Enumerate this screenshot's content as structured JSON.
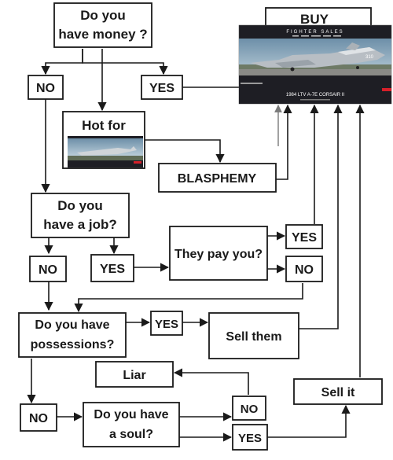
{
  "nodes": {
    "money": {
      "line1": "Do you",
      "line2": "have money ?"
    },
    "buy": "BUY",
    "no1": "NO",
    "yes1": "YES",
    "hot_for": "Hot for",
    "blasphemy": "BLASPHEMY",
    "job": {
      "line1": "Do you",
      "line2": "have a job?"
    },
    "no2": "NO",
    "yes2": "YES",
    "they_pay": "They pay you?",
    "yes3": "YES",
    "no3": "NO",
    "possessions": {
      "line1": "Do you have",
      "line2": "possessions?"
    },
    "yes4": "YES",
    "sell_them": "Sell them",
    "liar": "Liar",
    "no4": "NO",
    "soul": {
      "line1": "Do you have",
      "line2": "a soul?"
    },
    "no5": "NO",
    "yes5": "YES",
    "sell_it": "Sell it"
  },
  "screenshot": {
    "brand": "FIGHTER SALES",
    "caption": "1984 LTV A-7E CORSAIR II"
  },
  "colors": {
    "line": "#1a1a1a",
    "arrow_light": "#7a7a7a",
    "shot_bg": "#1e1e24",
    "sky": "#8fb0c8",
    "accent_red": "#d6202a"
  }
}
